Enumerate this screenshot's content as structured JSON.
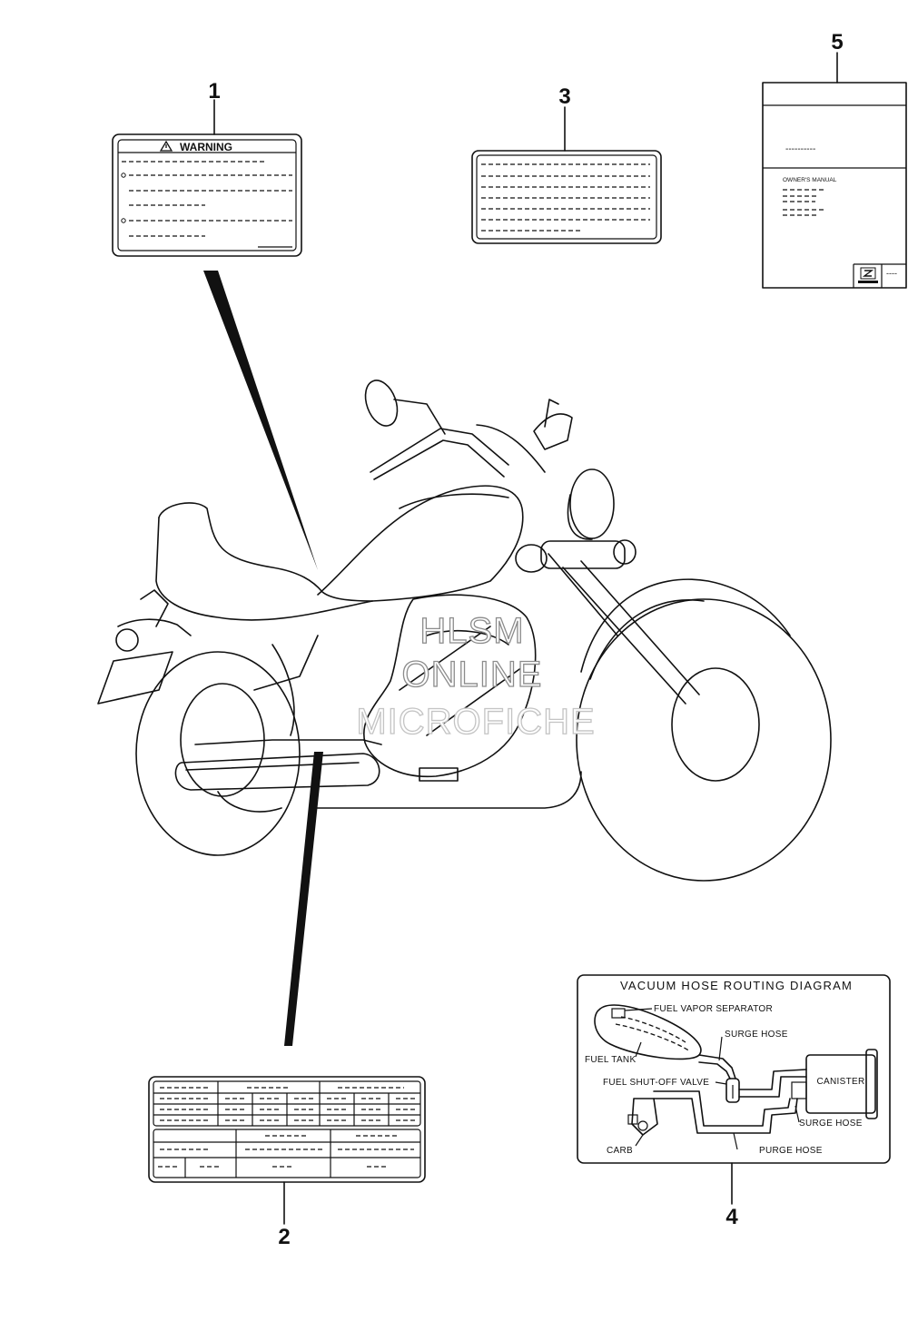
{
  "callouts": {
    "c1": "1",
    "c2": "2",
    "c3": "3",
    "c4": "4",
    "c5": "5"
  },
  "warning_label": {
    "title": "WARNING"
  },
  "owners_manual": {
    "heading": "----------",
    "subtitle": "OWNER'S MANUAL",
    "corner_text": "----"
  },
  "vacuum_diagram": {
    "title": "VACUUM HOSE ROUTING DIAGRAM",
    "labels": {
      "fuel_vapor_separator": "FUEL VAPOR SEPARATOR",
      "surge_hose_top": "SURGE HOSE",
      "fuel_tank": "FUEL TANK",
      "fuel_shutoff_valve": "FUEL SHUT-OFF VALVE",
      "canister": "CANISTER",
      "surge_hose_bottom": "SURGE HOSE",
      "carb": "CARB",
      "purge_hose": "PURGE HOSE"
    }
  },
  "watermark": {
    "line1": "HLSM",
    "line2": "ONLINE",
    "line3": "MICROFICHE"
  }
}
